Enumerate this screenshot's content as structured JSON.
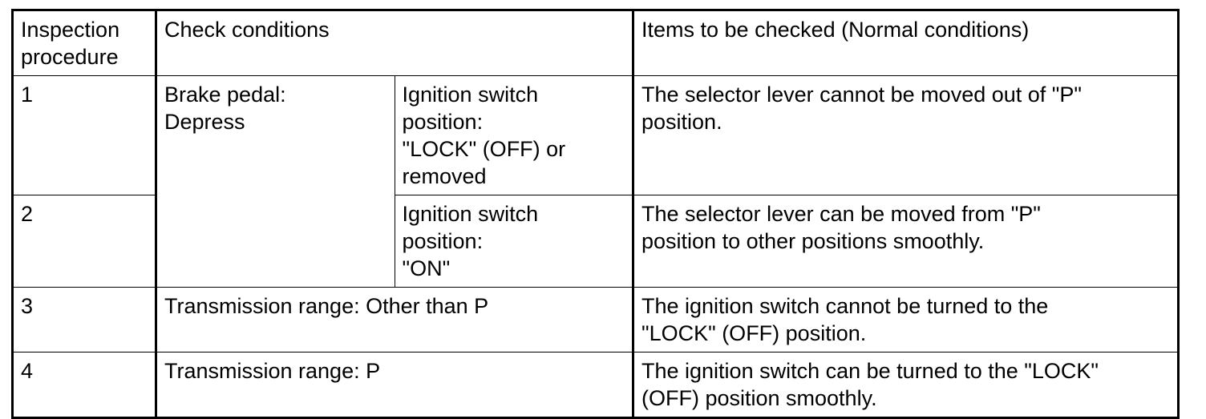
{
  "document": {
    "type": "inspection-procedure-table",
    "colors": {
      "background": "#ffffff",
      "text": "#000000",
      "border": "#000000"
    }
  },
  "table": {
    "headers": {
      "procedure": "Inspection\nprocedure",
      "conditions": "Check conditions",
      "items": "Items to be checked (Normal conditions)"
    },
    "rows": [
      {
        "procedure": "1",
        "condition_primary": "Brake pedal:\nDepress",
        "condition_secondary": "Ignition switch position:\n\"LOCK\" (OFF) or removed",
        "items": "The selector lever cannot be moved out of \"P\"\nposition."
      },
      {
        "procedure": "2",
        "condition_primary": "",
        "condition_secondary": "Ignition switch position:\n\"ON\"",
        "items": "The selector lever can be moved from \"P\"\nposition to other positions smoothly."
      },
      {
        "procedure": "3",
        "condition_full": "Transmission range: Other than P",
        "items": "The ignition switch cannot be turned to the\n\"LOCK\" (OFF) position."
      },
      {
        "procedure": "4",
        "condition_full": "Transmission range: P",
        "items": "The ignition switch can be turned to the \"LOCK\"\n(OFF) position smoothly."
      }
    ]
  }
}
